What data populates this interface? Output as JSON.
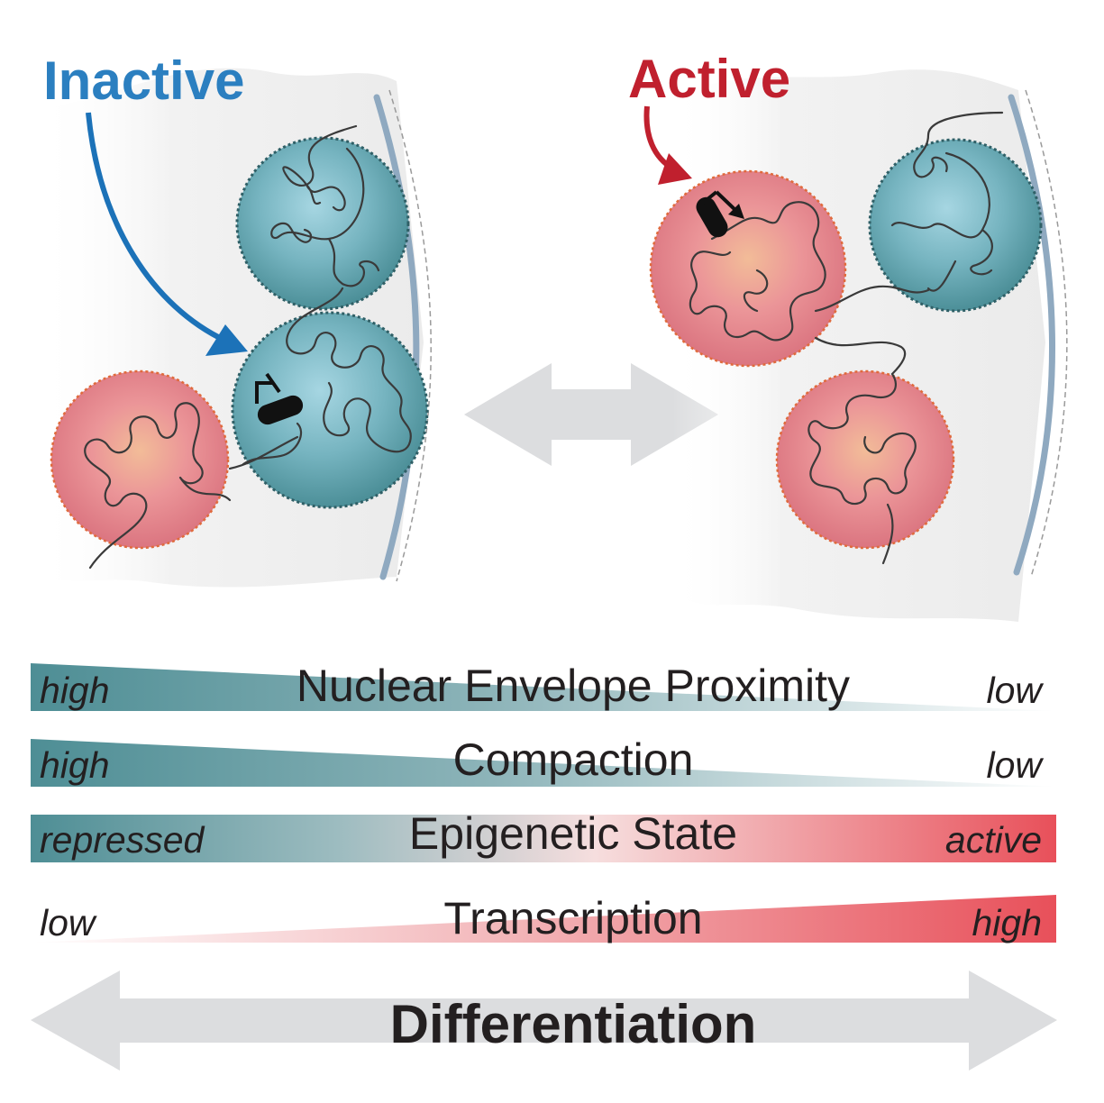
{
  "states": {
    "inactive": {
      "label": "Inactive",
      "color": "#2b7fc0"
    },
    "active": {
      "label": "Active",
      "color": "#c0202e"
    }
  },
  "gradients": [
    {
      "title": "Nuclear Envelope Proximity",
      "left": "high",
      "right": "low"
    },
    {
      "title": "Compaction",
      "left": "high",
      "right": "low"
    },
    {
      "title": "Epigenetic State",
      "left": "repressed",
      "right": "active"
    },
    {
      "title": "Transcription",
      "left": "low",
      "right": "high"
    }
  ],
  "axis": {
    "label": "Differentiation"
  },
  "colors": {
    "teal": "#4e8e95",
    "red": "#e8505a",
    "arrow_gray": "#dcdddf",
    "envelope": "#8fa9c0"
  }
}
